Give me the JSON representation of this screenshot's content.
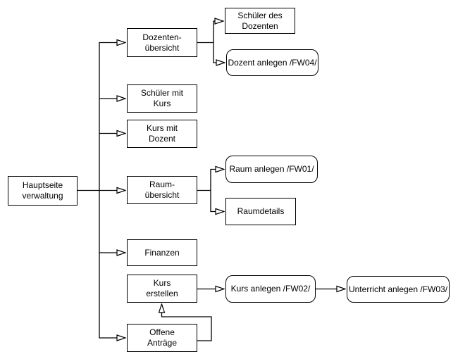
{
  "diagram": {
    "type": "flowchart-sitemap",
    "colors": {
      "background": "#ffffff",
      "node_fill": "#ffffff",
      "node_stroke": "#000000",
      "text": "#000000",
      "connector": "#000000",
      "arrowhead_fill": "#ffffff"
    },
    "nodes": {
      "hauptseite": {
        "label": "Hauptseite\nverwaltung",
        "shape": "rect"
      },
      "dozenten_uebersicht": {
        "label": "Dozenten-\nübersicht",
        "shape": "rect"
      },
      "schueler_des_dozenten": {
        "label": "Schüler des\nDozenten",
        "shape": "rect"
      },
      "dozent_anlegen": {
        "label": "Dozent anlegen /FW04/",
        "shape": "rounded"
      },
      "schueler_mit_kurs": {
        "label": "Schüler mit\nKurs",
        "shape": "rect"
      },
      "kurs_mit_dozent": {
        "label": "Kurs mit\nDozent",
        "shape": "rect"
      },
      "raum_uebersicht": {
        "label": "Raum-\nübersicht",
        "shape": "rect"
      },
      "raum_anlegen": {
        "label": "Raum anlegen /FW01/",
        "shape": "rounded"
      },
      "raumdetails": {
        "label": "Raumdetails",
        "shape": "rect"
      },
      "finanzen": {
        "label": "Finanzen",
        "shape": "rect"
      },
      "kurs_erstellen": {
        "label": "Kurs\nerstellen",
        "shape": "rect"
      },
      "kurs_anlegen": {
        "label": "Kurs anlegen /FW02/",
        "shape": "rounded"
      },
      "unterricht_anlegen": {
        "label": "Unterricht anlegen /FW03/",
        "shape": "rounded"
      },
      "offene_antraege": {
        "label": "Offene\nAnträge",
        "shape": "rect"
      }
    },
    "edges": [
      {
        "from": "hauptseite",
        "to": "raum_uebersicht",
        "arrow": "open-triangle"
      },
      {
        "from": "hauptseite",
        "to": "dozenten_uebersicht",
        "arrow": "open-triangle"
      },
      {
        "from": "hauptseite",
        "to": "schueler_mit_kurs",
        "arrow": "open-triangle"
      },
      {
        "from": "hauptseite",
        "to": "kurs_mit_dozent",
        "arrow": "open-triangle"
      },
      {
        "from": "hauptseite",
        "to": "finanzen",
        "arrow": "open-triangle"
      },
      {
        "from": "hauptseite",
        "to": "offene_antraege",
        "arrow": "open-triangle"
      },
      {
        "from": "dozenten_uebersicht",
        "to": "schueler_des_dozenten",
        "arrow": "open-triangle"
      },
      {
        "from": "dozenten_uebersicht",
        "to": "dozent_anlegen",
        "arrow": "open-triangle"
      },
      {
        "from": "raum_uebersicht",
        "to": "raum_anlegen",
        "arrow": "open-triangle"
      },
      {
        "from": "raum_uebersicht",
        "to": "raumdetails",
        "arrow": "open-triangle"
      },
      {
        "from": "kurs_erstellen",
        "to": "kurs_anlegen",
        "arrow": "open-triangle"
      },
      {
        "from": "kurs_anlegen",
        "to": "unterricht_anlegen",
        "arrow": "open-triangle"
      },
      {
        "from": "offene_antraege",
        "to": "kurs_erstellen",
        "arrow": "open-triangle"
      }
    ]
  }
}
